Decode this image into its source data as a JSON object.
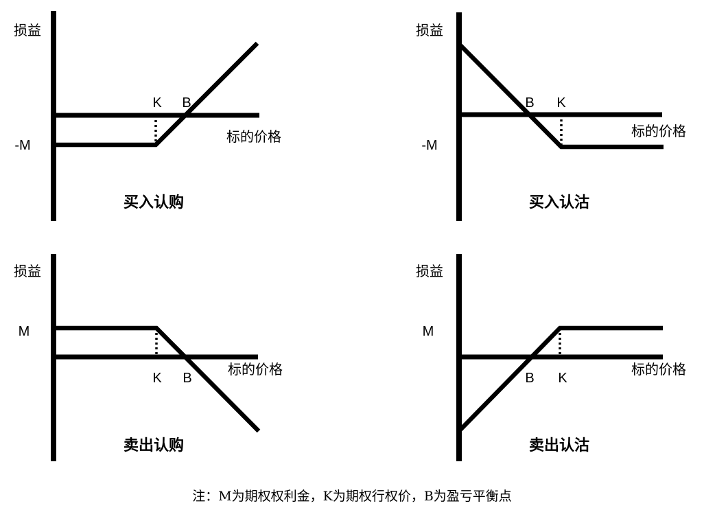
{
  "figure": {
    "type": "option-payoff-diagrams",
    "background_color": "#ffffff",
    "line_color": "#000000",
    "note": "注：M为期权权利金，K为期权行权价，B为盈亏平衡点"
  },
  "panels": [
    {
      "id": "long-call",
      "title": "买入认购",
      "y_axis_label": "损益",
      "x_axis_label": "标的价格",
      "premium_label": "-M",
      "strike_label": "K",
      "breakeven_label": "B",
      "payoff_shape": "flat loss at -M from y-axis until strike K, then rising line crossing x-axis at breakeven B and continuing upward"
    },
    {
      "id": "long-put",
      "title": "买入认沽",
      "y_axis_label": "损益",
      "x_axis_label": "标的价格",
      "premium_label": "-M",
      "strike_label": "K",
      "breakeven_label": "B",
      "payoff_shape": "line starts high on y-axis, falls crossing x-axis at breakeven B, reaches -M at strike K, then flat at -M to the right"
    },
    {
      "id": "short-call",
      "title": "卖出认购",
      "y_axis_label": "损益",
      "x_axis_label": "标的价格",
      "premium_label": "M",
      "strike_label": "K",
      "breakeven_label": "B",
      "payoff_shape": "flat profit at M from y-axis until strike K, then falling line crossing x-axis at breakeven B and continuing downward"
    },
    {
      "id": "short-put",
      "title": "卖出认沽",
      "y_axis_label": "损益",
      "x_axis_label": "标的价格",
      "premium_label": "M",
      "strike_label": "K",
      "breakeven_label": "B",
      "payoff_shape": "line starts low on y-axis, rises crossing x-axis at breakeven B, reaches M at strike K, then flat at M to the right"
    }
  ]
}
